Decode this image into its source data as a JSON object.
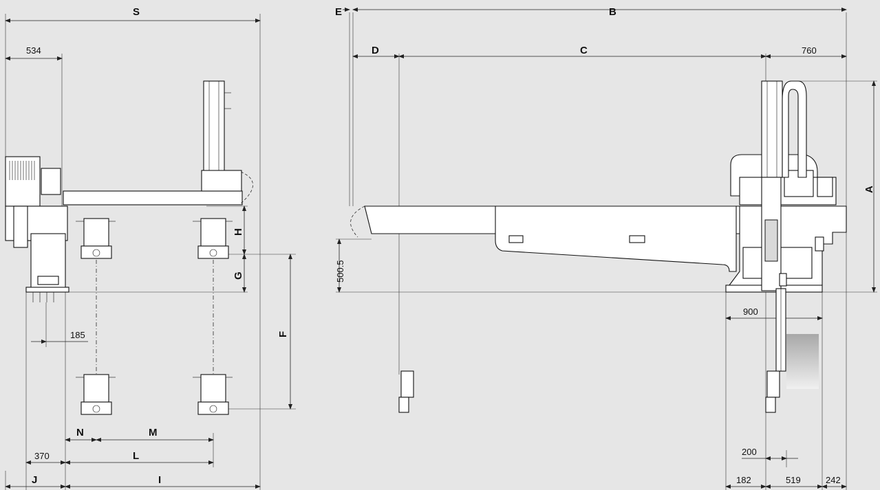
{
  "labels": {
    "S": "S",
    "B": "B",
    "C": "C",
    "D": "D",
    "E": "E",
    "A": "A",
    "F": "F",
    "G": "G",
    "H": "H",
    "I": "I",
    "J": "J",
    "L": "L",
    "M": "M",
    "N": "N"
  },
  "values": {
    "v534": "534",
    "v760": "760",
    "v185": "185",
    "v370": "370",
    "v500_5": "500.5",
    "v900": "900",
    "v200": "200",
    "v182": "182",
    "v519": "519",
    "v242": "242"
  },
  "colors": {
    "background": "#e6e6e6",
    "line": "#111111",
    "fill": "#ffffff",
    "gradient_top": "#a8a8a8",
    "gradient_bottom": "#f0f0f0"
  }
}
